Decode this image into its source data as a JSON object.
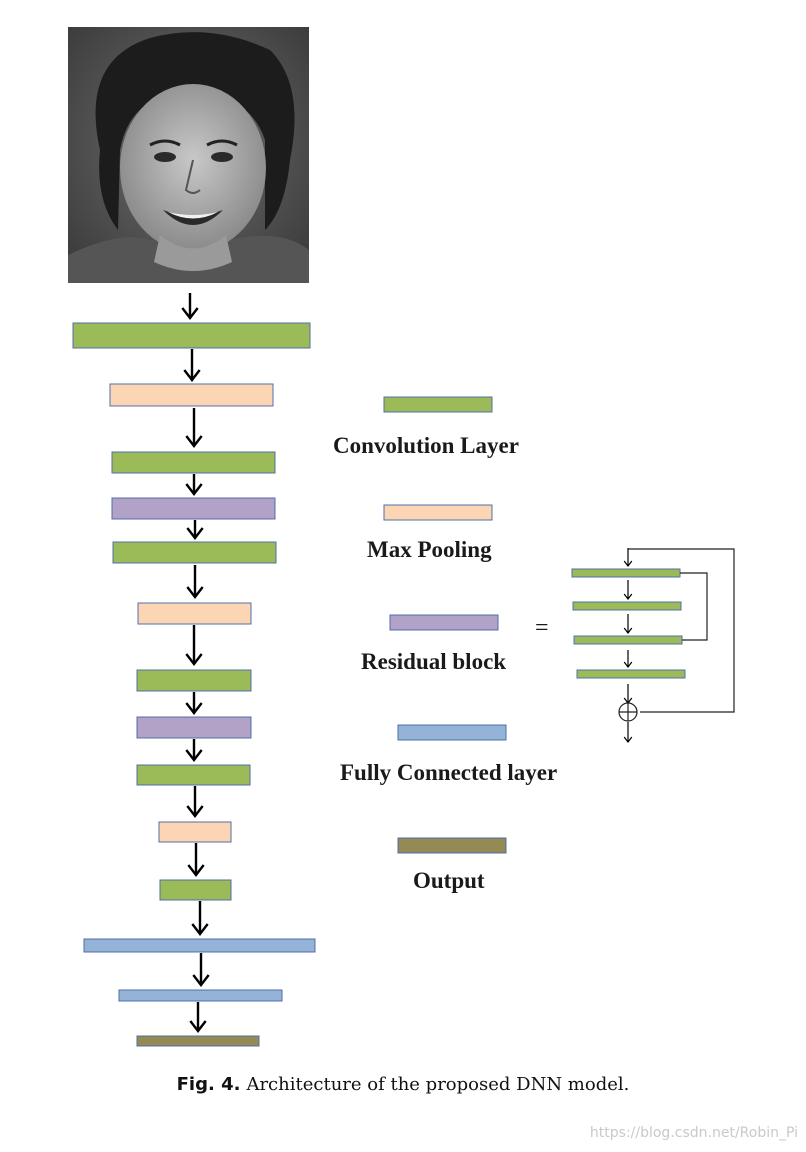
{
  "colors": {
    "convolution": "#9bbb59",
    "max_pooling": "#fcd5b5",
    "residual": "#b3a2c7",
    "fully_connected": "#95b3d7",
    "output": "#948a54",
    "border": "#4f6fa8"
  },
  "layers": [
    "convolution",
    "max_pooling",
    "convolution",
    "residual",
    "convolution",
    "max_pooling",
    "convolution",
    "residual",
    "convolution",
    "max_pooling",
    "convolution",
    "fully_connected",
    "fully_connected",
    "output"
  ],
  "legend": [
    {
      "type": "convolution",
      "label": "Convolution Layer"
    },
    {
      "type": "max_pooling",
      "label": "Max Pooling"
    },
    {
      "type": "residual",
      "label": "Residual block"
    },
    {
      "type": "fully_connected",
      "label": "Fully Connected layer"
    },
    {
      "type": "output",
      "label": "Output"
    }
  ],
  "equals_sign": "=",
  "residual_detail": {
    "layers": 4,
    "add_symbol": "⊕"
  },
  "caption": {
    "fig": "Fig. 4.",
    "text": "Architecture of the proposed DNN model."
  },
  "watermark": "https://blog.csdn.net/Robin_Pi"
}
